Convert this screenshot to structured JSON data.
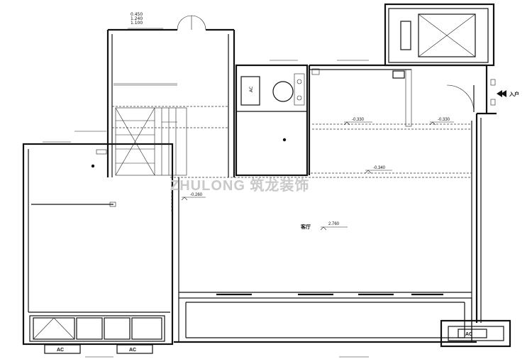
{
  "levels": {
    "l1": "-0.260",
    "l2": "-0.330",
    "l3": "-0.330",
    "l4": "-0.340",
    "main": "2.760"
  },
  "labels": {
    "main_room_prefix": "客厅",
    "entrance": "入户",
    "ac_left": "AC",
    "ac_mid": "AC",
    "ac_right": "AC",
    "ac_utility": "AC"
  },
  "small_tags": {
    "t1": "0.450",
    "t2": "1.240",
    "t3": "1.100"
  },
  "watermark": "ZHULONG 筑龙装饰"
}
